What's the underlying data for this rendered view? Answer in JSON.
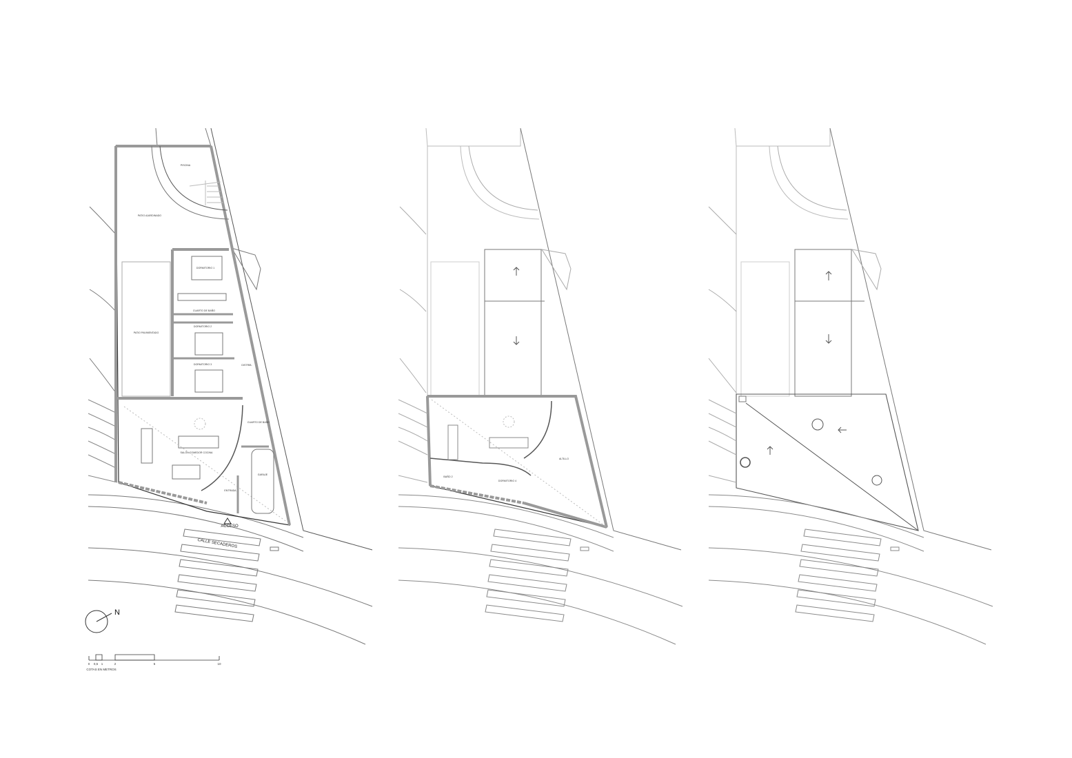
{
  "plans": [
    {
      "name": "ground-floor",
      "rooms": {
        "piscina": "PISCINA",
        "patio_ajardinado": "PATIO AJARDINADO",
        "patio_pavimentado": "PATIO PAVIMENTADO",
        "dormitorio1": "DORMITORIO 1",
        "bano1": "CUARTO DE BAÑO",
        "dormitorio2": "DORMITORIO 2",
        "dormitorio3": "DORMITORIO 3",
        "distrib": "DISTRIB.",
        "bano_aseo": "CUARTO DE BAÑO",
        "salon": "SALÓN COMEDOR COCINA",
        "garaje": "GARAJE",
        "entrada": "ENTRADA"
      },
      "access_label": "ACCESO",
      "street_label": "CALLE SECADEROS"
    },
    {
      "name": "upper-floor",
      "rooms": {
        "bano2": "BAÑO 2",
        "dormitorio4": "DORMITORIO 4",
        "altillo": "ALTILLO"
      }
    },
    {
      "name": "roof-plan"
    }
  ],
  "north": {
    "label": "N"
  },
  "scale": {
    "ticks": [
      "0",
      "0,5",
      "1",
      "2",
      "5",
      "10"
    ],
    "caption": "COTAS EN METROS"
  },
  "colors": {
    "line": "#333333",
    "wall_fill": "#bdbdbd",
    "light_line": "#9a9a9a"
  }
}
